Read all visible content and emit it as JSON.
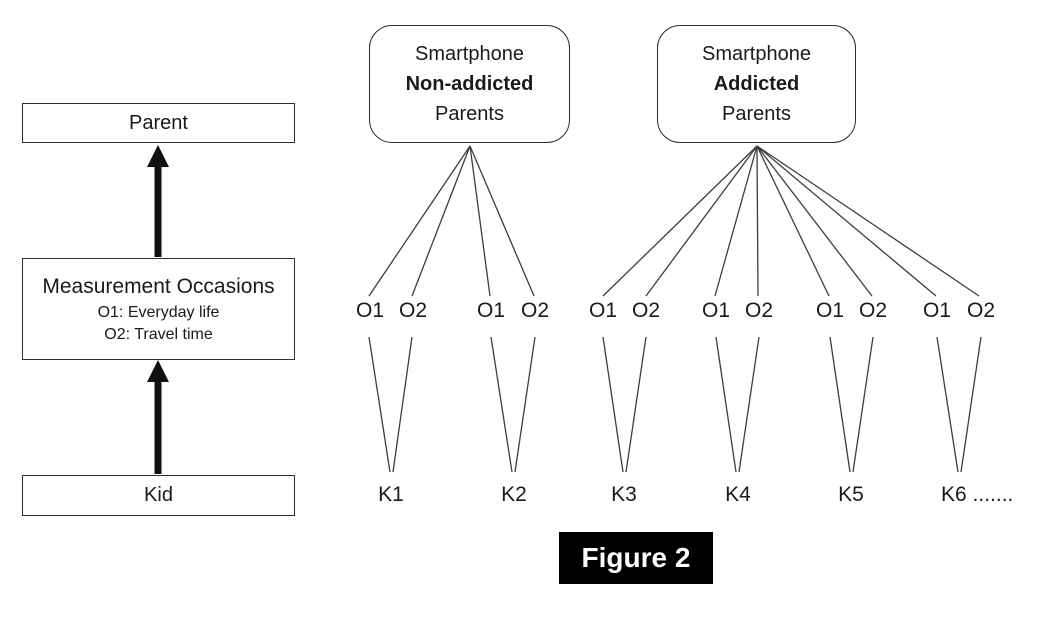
{
  "figure": {
    "label": "Figure 2"
  },
  "left_panel": {
    "parent_box": "Parent",
    "occasions_box": {
      "title": "Measurement Occasions",
      "line1": "O1: Everyday life",
      "line2": "O2: Travel time"
    },
    "kid_box": "Kid"
  },
  "groups": [
    {
      "title": {
        "line1": "Smartphone",
        "line2": "Non-addicted",
        "line3": "Parents"
      },
      "kids": [
        {
          "name": "K1",
          "occasions": [
            "O1",
            "O2"
          ]
        },
        {
          "name": "K2",
          "occasions": [
            "O1",
            "O2"
          ]
        }
      ]
    },
    {
      "title": {
        "line1": "Smartphone",
        "line2": "Addicted",
        "line3": "Parents"
      },
      "kids": [
        {
          "name": "K3",
          "occasions": [
            "O1",
            "O2"
          ]
        },
        {
          "name": "K4",
          "occasions": [
            "O1",
            "O2"
          ]
        },
        {
          "name": "K5",
          "occasions": [
            "O1",
            "O2"
          ]
        },
        {
          "name": "K6 .......",
          "occasions": [
            "O1",
            "O2"
          ]
        }
      ]
    }
  ],
  "colors": {
    "thin_line": "#3d3d3d",
    "border": "#2e2e2e",
    "arrow": "#111111",
    "figure_bg": "#000000",
    "figure_text": "#ffffff"
  }
}
